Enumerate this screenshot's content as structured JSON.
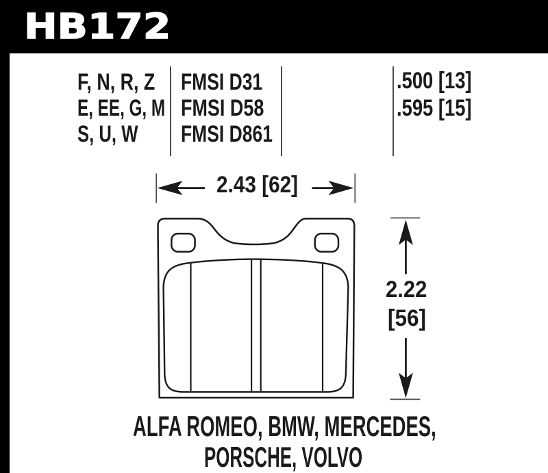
{
  "header": {
    "part_number": "HB172",
    "bar_color": "#000000",
    "text_color": "#ffffff"
  },
  "spec_table": {
    "compound_rows": [
      "F, N, R, Z",
      "E, EE, G, M",
      "S, U, W"
    ],
    "fmsi_rows": [
      "FMSI D31",
      "FMSI D58",
      "FMSI D861"
    ],
    "thickness_rows": [
      ".500 [13]",
      ".595 [15]"
    ]
  },
  "diagram": {
    "width_label": "2.43 [62]",
    "height_label_value": "2.22",
    "height_label_mm": "[56]",
    "line_color": "#1b1b1b",
    "tick_color": "#4d4d4d"
  },
  "applications": {
    "line1": "ALFA ROMEO, BMW, MERCEDES,",
    "line2": "PORSCHE, VOLVO"
  }
}
